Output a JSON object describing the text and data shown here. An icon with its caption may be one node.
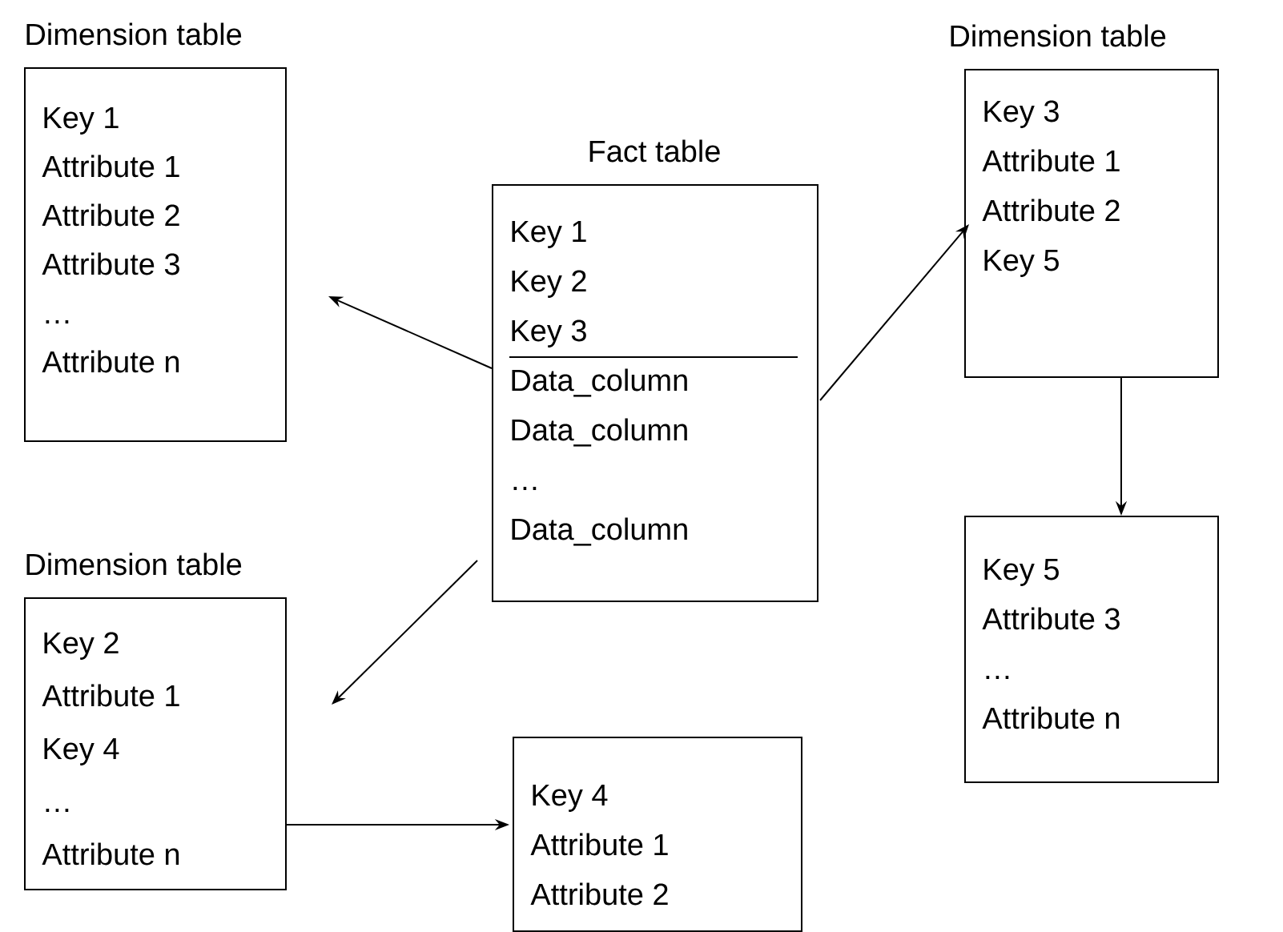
{
  "diagram": {
    "nodes": [
      {
        "text": [
          "Dimension table",
          "Key 1",
          "Attribute 1",
          "Attribute 2",
          "Attribute 3",
          "…",
          "Attribute n"
        ]
      },
      {
        "text": [
          "Fact table",
          "Key 1",
          "Key 2",
          "Key 3",
          "Data_column",
          "Data_column",
          "…",
          "Data_column"
        ]
      },
      {
        "text": [
          "Dimension table",
          "Key 3",
          "Attribute 1",
          "Attribute 2",
          "Key 5"
        ]
      },
      {
        "text": [
          "Dimension table",
          "Key 2",
          "Attribute 1",
          "Key 4",
          "…",
          "Attribute n"
        ]
      },
      {
        "text": [
          "Key 4",
          "Attribute 1",
          "Attribute 2"
        ]
      },
      {
        "text": [
          "Key 5",
          "Attribute 3",
          "…",
          "Attribute n"
        ]
      }
    ],
    "edges": [
      {
        "from": 1,
        "to": 0,
        "arrow": "to"
      },
      {
        "from": 1,
        "to": 2,
        "arrow": "to"
      },
      {
        "from": 1,
        "to": 3,
        "arrow": "to"
      },
      {
        "from": 2,
        "to": 5,
        "arrow": "to"
      },
      {
        "from": 3,
        "to": 4,
        "arrow": "to"
      }
    ]
  }
}
